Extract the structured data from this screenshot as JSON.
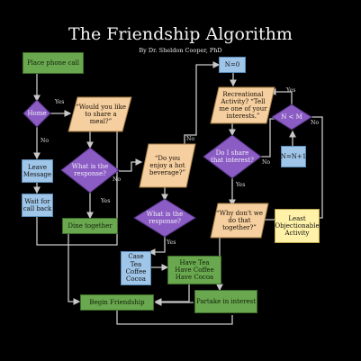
{
  "header": {
    "title": "The Friendship Algorithm",
    "subtitle": "By Dr. Sheldon Cooper, PhD"
  },
  "nodes": {
    "place_phone_call": "Place phone call",
    "home": "Home",
    "share_meal": "“Would you like to share a meal?”",
    "leave_message": "Leave Message",
    "wait_for_call": "Wait for call back",
    "what_response_1": "What is the response?",
    "dine_together": "Dine together",
    "hot_beverage": "“Do you enjoy a hot beverage?”",
    "what_response_2": "What is the response?",
    "beverages": [
      "Case",
      "Tea",
      "Coffee",
      "Cocoa"
    ],
    "have_beverages": [
      "Have Tea",
      "Have Coffee",
      "Have Cocoa"
    ],
    "begin_friendship": "Begin Friendship",
    "partake_interest": "Partake in interest",
    "n_zero": "N=0",
    "recreational": "Recreational Activity? “Tell me one of your interests.”",
    "share_interest": "Do I share that interest?",
    "why_dont": "“Why don't we do that together?”",
    "n_less_m": "N < M",
    "n_increment": "N=N+1",
    "least_objectionable": "Least Objectionable Activity"
  },
  "edge_labels": {
    "yes": "Yes",
    "no": "No"
  },
  "colors": {
    "diamond": "#8b5cc4",
    "parallelogram": "#f5cf9f",
    "process": "#6aa84f",
    "io": "#9fc5e8",
    "terminal": "#fff2a8",
    "line": "#c8c8c8"
  }
}
